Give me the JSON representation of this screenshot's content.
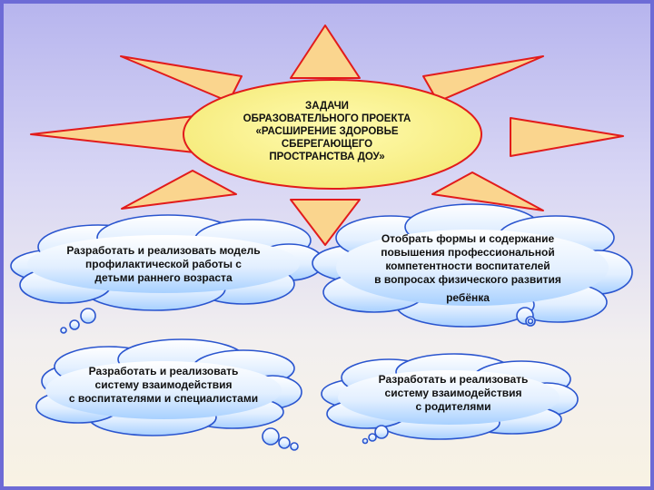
{
  "sun": {
    "lines": [
      "ЗАДАЧИ",
      "ОБРАЗОВАТЕЛЬНОГО ПРОЕКТА",
      "«РАСШИРЕНИЕ  ЗДОРОВЬЕ",
      "СБЕРЕГАЮЩЕГО",
      "ПРОСТРАНСТВА ДОУ»"
    ]
  },
  "clouds": [
    {
      "lines": [
        "Разработать  и реализовать модель",
        "профилактической работы  с",
        "детьми раннего возраста"
      ]
    },
    {
      "lines": [
        "Отобрать  формы и содержание",
        "повышения  профессиональной",
        "компетентности  воспитателей",
        "в вопросах физического  развития",
        "ребёнка"
      ]
    },
    {
      "lines": [
        "Разработать  и реализовать",
        "систему взаимодействия",
        "с воспитателями  и специалистами"
      ]
    },
    {
      "lines": [
        "Разработать и реализовать",
        "систему взаимодействия",
        "с родителями"
      ]
    }
  ],
  "colors": {
    "ray_fill": "#fad58e",
    "ray_stroke": "#e21b1b",
    "sun_fill": "#f8f28b",
    "cloud_light": "#ffffff",
    "cloud_dark": "#a7d0ff",
    "cloud_stroke": "#2a55cf"
  }
}
